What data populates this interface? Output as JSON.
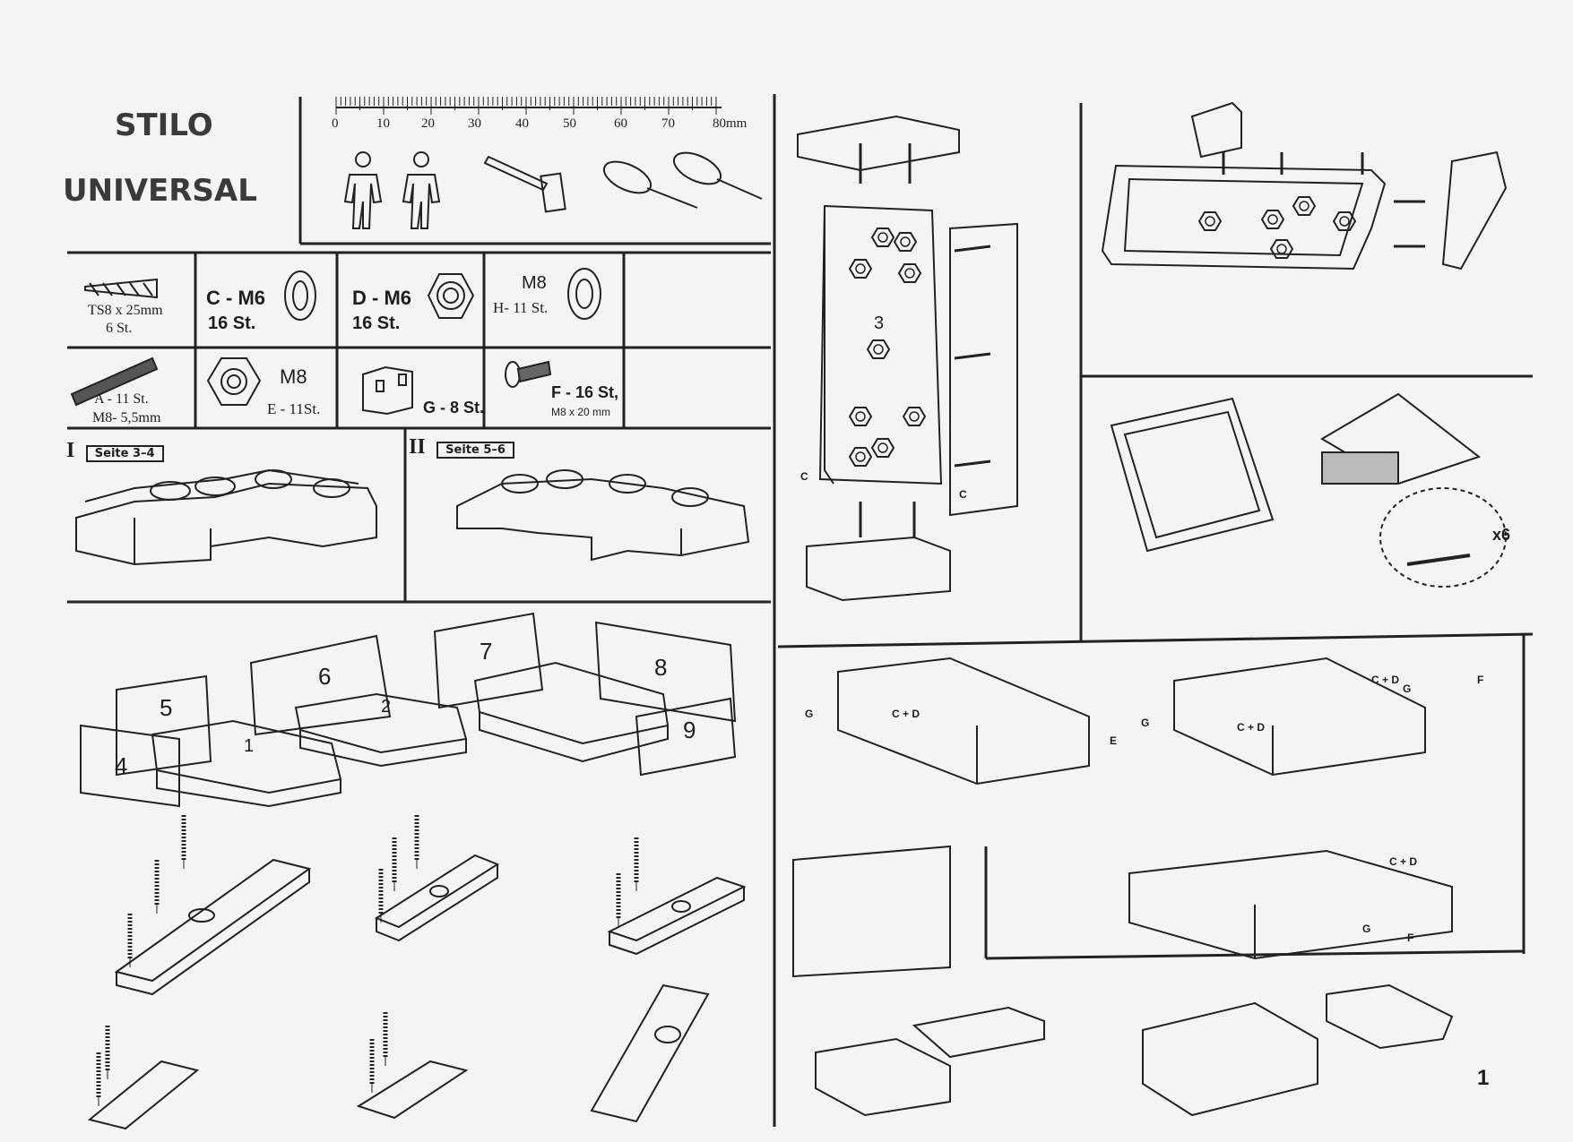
{
  "header": {
    "title_line1": "STILO",
    "title_line2": "UNIVERSAL"
  },
  "ruler": {
    "ticks": [
      "0",
      "10",
      "20",
      "30",
      "40",
      "50",
      "60",
      "70",
      "80mm"
    ]
  },
  "parts": {
    "screw": {
      "size": "TS8 x 25mm",
      "qty": "6 St."
    },
    "washer_c": {
      "label": "C - M6",
      "qty": "16 St."
    },
    "nut_d": {
      "label": "D - M6",
      "qty": "16 St."
    },
    "washer_h": {
      "label": "M8",
      "qty": "H- 11 St."
    },
    "bolt_a": {
      "qty": "A - 11 St.",
      "size": "M8- 5,5mm"
    },
    "nut_e": {
      "label": "M8",
      "qty": "E - 11St."
    },
    "bracket_g": {
      "label": "G - 8 St."
    },
    "bolt_f": {
      "label": "F - 16 St,",
      "size": "M8 x 20 mm"
    }
  },
  "variants": [
    {
      "numeral": "I",
      "label": "Seite 3–4"
    },
    {
      "numeral": "II",
      "label": "Seite 5–6"
    }
  ],
  "callouts": {
    "cd": "C + D",
    "g": "G",
    "e": "E",
    "f": "F",
    "c": "C",
    "x6": "x6"
  },
  "panel_numbers": [
    "1",
    "2",
    "3",
    "4",
    "5",
    "6",
    "7",
    "8",
    "9"
  ],
  "page_number": "1"
}
